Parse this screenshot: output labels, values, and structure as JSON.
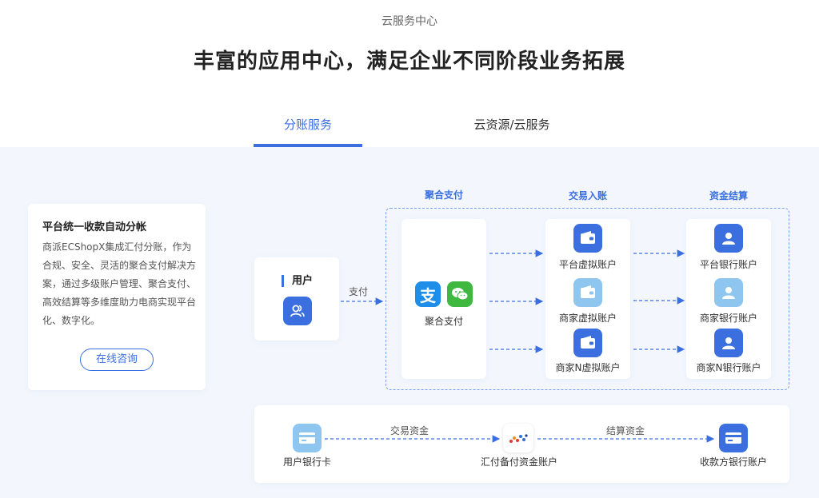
{
  "header": {
    "eyebrow": "云服务中心",
    "headline": "丰富的应用中心，满足企业不同阶段业务拓展"
  },
  "tabs": [
    {
      "label": "分账服务",
      "active": true
    },
    {
      "label": "云资源/云服务",
      "active": false
    }
  ],
  "intro": {
    "title": "平台统一收款自动分帐",
    "text": "商派ECShopX集成汇付分账，作为合规、安全、灵活的聚合支付解决方案，通过多级账户管理、聚合支付、高效结算等多维度助力电商实现平台化、数字化。",
    "button": "在线咨询"
  },
  "user": {
    "title": "用户",
    "flow_label": "支付"
  },
  "columns": {
    "aggregate": "聚合支付",
    "transaction": "交易入账",
    "settlement": "资金结算"
  },
  "aggregate_card": {
    "label": "聚合支付",
    "alipay_icon_char": "支"
  },
  "virtual_accounts": [
    {
      "label": "平台虚拟账户",
      "style": "dark"
    },
    {
      "label": "商家虚拟账户",
      "style": "light"
    },
    {
      "label": "商家N虚拟账户",
      "style": "dark"
    }
  ],
  "bank_accounts": [
    {
      "label": "平台银行账户",
      "style": "dark"
    },
    {
      "label": "商家银行账户",
      "style": "light"
    },
    {
      "label": "商家N银行账户",
      "style": "dark"
    }
  ],
  "fund_flow": {
    "user_card": "用户银行卡",
    "flow1": "交易资金",
    "huifu_account": "汇付备付资金账户",
    "flow2": "结算资金",
    "payee_account": "收款方银行账户"
  },
  "colors": {
    "accent": "#3b6fe0",
    "light_icon": "#8ec6f0",
    "background": "#f3f7fd",
    "alipay": "#1f8ee8",
    "wechat": "#3fb83f"
  }
}
